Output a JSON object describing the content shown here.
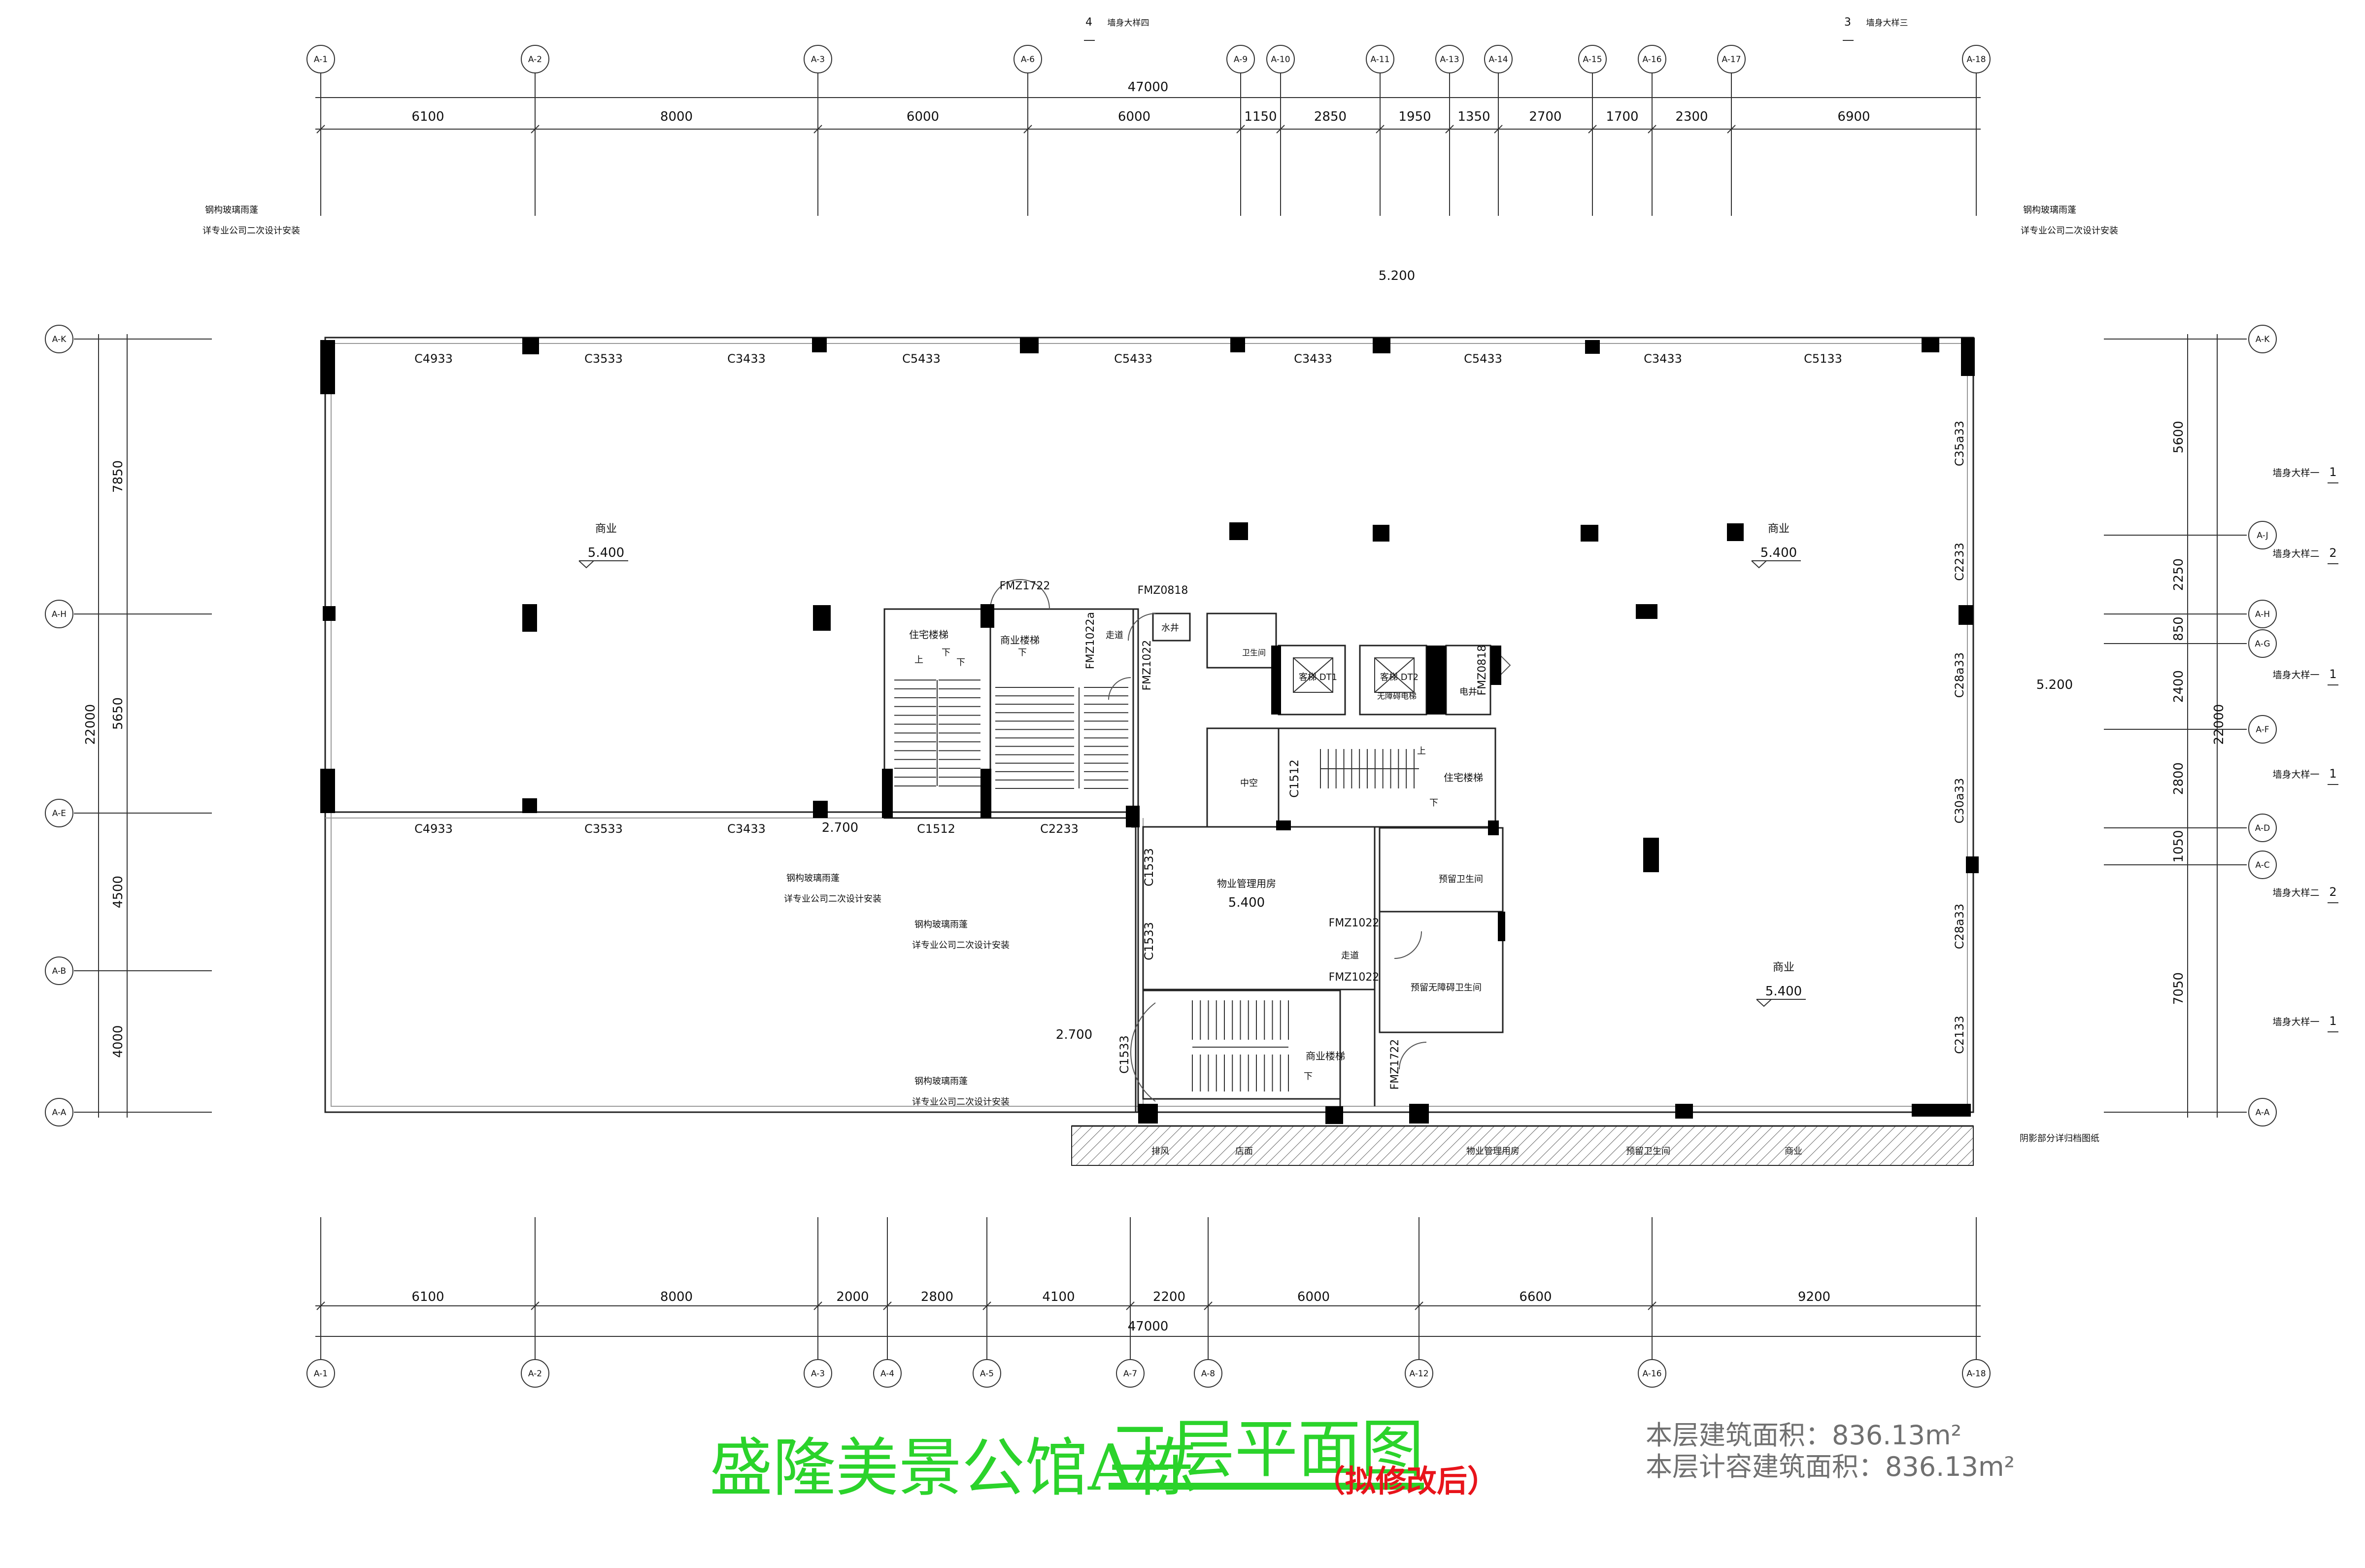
{
  "title": {
    "main": "盛隆美景公馆A栋",
    "sub": "二层平面图",
    "note": "（拟修改后）"
  },
  "area": {
    "building_label": "本层建筑面积：",
    "building_value": "836.13m²",
    "capacity_label": "本层计容建筑面积：",
    "capacity_value": "836.13m²"
  },
  "top_marks": [
    {
      "num": "4",
      "text": "墙身大样四"
    },
    {
      "num": "3",
      "text": "墙身大样三"
    }
  ],
  "axes_top": [
    "A-1",
    "A-2",
    "A-3",
    "A-6",
    "A-9",
    "A-10",
    "A-11",
    "A-13",
    "A-14",
    "A-15",
    "A-16",
    "A-17",
    "A-18"
  ],
  "dims_top": [
    "6100",
    "8000",
    "6000",
    "6000",
    "1150",
    "2850",
    "1950",
    "1350",
    "2700",
    "1700",
    "2300",
    "6900"
  ],
  "total_dim": "47000",
  "axes_bottom": [
    "A-1",
    "A-2",
    "A-3",
    "A-4",
    "A-5",
    "A-7",
    "A-8",
    "A-12",
    "A-16",
    "A-18"
  ],
  "dims_bottom": [
    "6100",
    "8000",
    "2000",
    "2800",
    "4100",
    "2200",
    "6000",
    "6600",
    "9200"
  ],
  "axes_left": [
    "A-K",
    "A-H",
    "A-E",
    "A-B",
    "A-A"
  ],
  "dims_left": [
    "7850",
    "5650",
    "4500",
    "4000"
  ],
  "left_total": "22000",
  "axes_right": [
    "A-K",
    "A-J",
    "A-H",
    "A-G",
    "A-F",
    "A-D",
    "A-C",
    "A-A"
  ],
  "dims_right": [
    "5600",
    "2250",
    "850",
    "2400",
    "2800",
    "1050",
    "7050"
  ],
  "right_total": "22000",
  "wall_details": [
    {
      "text": "墙身大样一",
      "num": "1"
    },
    {
      "text": "墙身大样二",
      "num": "2"
    },
    {
      "text": "墙身大样一",
      "num": "1"
    },
    {
      "text": "墙身大样一",
      "num": "1"
    },
    {
      "text": "墙身大样二",
      "num": "2"
    },
    {
      "text": "墙身大样一",
      "num": "1"
    }
  ],
  "canopy_line1": "钢构玻璃雨蓬",
  "canopy_line2": "详专业公司二次设计安装",
  "level_top": "5.200",
  "level_right": "5.200",
  "level_low": "2.700",
  "windows_top": [
    "C4933",
    "C3533",
    "C3433",
    "C5433",
    "C5433",
    "C3433",
    "C5433",
    "C3433",
    "C5133"
  ],
  "windows_mid": [
    "C4933",
    "C3533",
    "C3433",
    "C1512",
    "C2233"
  ],
  "windows_right": [
    "C35a33",
    "C2233",
    "C28a33",
    "C30a33",
    "C28a33",
    "C2133"
  ],
  "windows_core": [
    "C1512",
    "C1533",
    "C1533",
    "C1533"
  ],
  "rooms": {
    "commercial": "商业",
    "level": "5.400",
    "res_stair": "住宅楼梯",
    "com_stair": "商业楼梯",
    "corridor": "走道",
    "water_shaft": "水井",
    "wc": "卫生间",
    "elev1": "客梯 DT1",
    "elev2": "客梯 DT2",
    "accessible_elev": "无障碍电梯",
    "elec_shaft": "电井",
    "atrium": "中空",
    "property": "物业管理用房",
    "reserved_wc": "预留卫生间",
    "reserved_acc_wc": "预留无障碍卫生间",
    "up": "上",
    "down": "下"
  },
  "doors": [
    "FMZ1722",
    "FMZ0818",
    "FMZ1022a",
    "FMZ1022",
    "FMZ0818",
    "FMZ1022",
    "FMZ1022",
    "FMZ1722"
  ],
  "ground_strip": [
    "排风",
    "店面",
    "物业管理用房",
    "预留卫生间",
    "商业"
  ],
  "section_note": "阴影部分详归档图纸"
}
